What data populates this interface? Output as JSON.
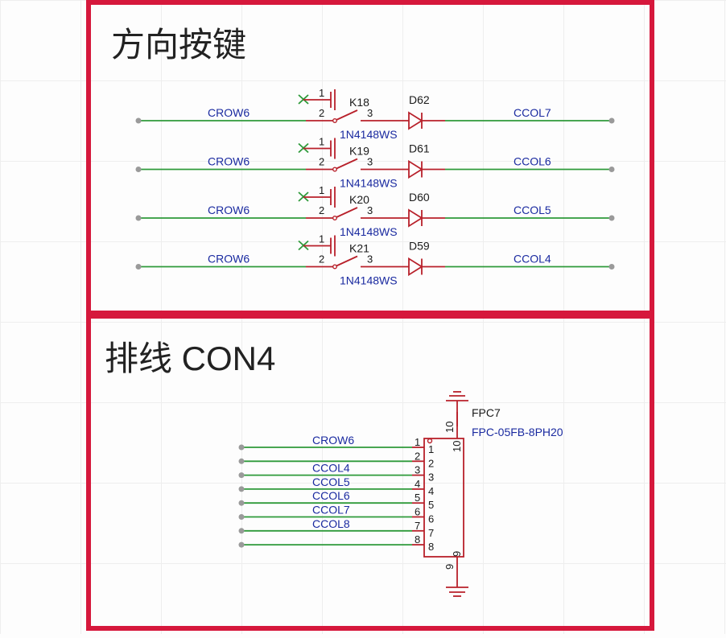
{
  "sections": [
    {
      "title": "方向按键"
    },
    {
      "title": "排线 CON4"
    }
  ],
  "keys": [
    {
      "ref": "K18",
      "diode": "D62",
      "diode_part": "1N4148WS",
      "row": "CROW6",
      "col": "CCOL7",
      "pin_nc": "1",
      "pin_a": "2",
      "pin_b": "3"
    },
    {
      "ref": "K19",
      "diode": "D61",
      "diode_part": "1N4148WS",
      "row": "CROW6",
      "col": "CCOL6",
      "pin_nc": "1",
      "pin_a": "2",
      "pin_b": "3"
    },
    {
      "ref": "K20",
      "diode": "D60",
      "diode_part": "1N4148WS",
      "row": "CROW6",
      "col": "CCOL5",
      "pin_nc": "1",
      "pin_a": "2",
      "pin_b": "3"
    },
    {
      "ref": "K21",
      "diode": "D59",
      "diode_part": "1N4148WS",
      "row": "CROW6",
      "col": "CCOL4",
      "pin_nc": "1",
      "pin_a": "2",
      "pin_b": "3"
    }
  ],
  "connector": {
    "ref": "FPC7",
    "part": "FPC-05FB-8PH20",
    "pins": [
      {
        "num": "1",
        "net": "CROW6"
      },
      {
        "num": "2",
        "net": ""
      },
      {
        "num": "3",
        "net": "CCOL4"
      },
      {
        "num": "4",
        "net": "CCOL5"
      },
      {
        "num": "5",
        "net": "CCOL6"
      },
      {
        "num": "6",
        "net": "CCOL7"
      },
      {
        "num": "7",
        "net": "CCOL8"
      },
      {
        "num": "8",
        "net": ""
      }
    ],
    "top_pin": "10",
    "bottom_pin": "9"
  },
  "colors": {
    "frame": "#d6183c",
    "wire": "#2e9a3a",
    "component": "#b8202a",
    "net_label": "#1a2aa0"
  }
}
